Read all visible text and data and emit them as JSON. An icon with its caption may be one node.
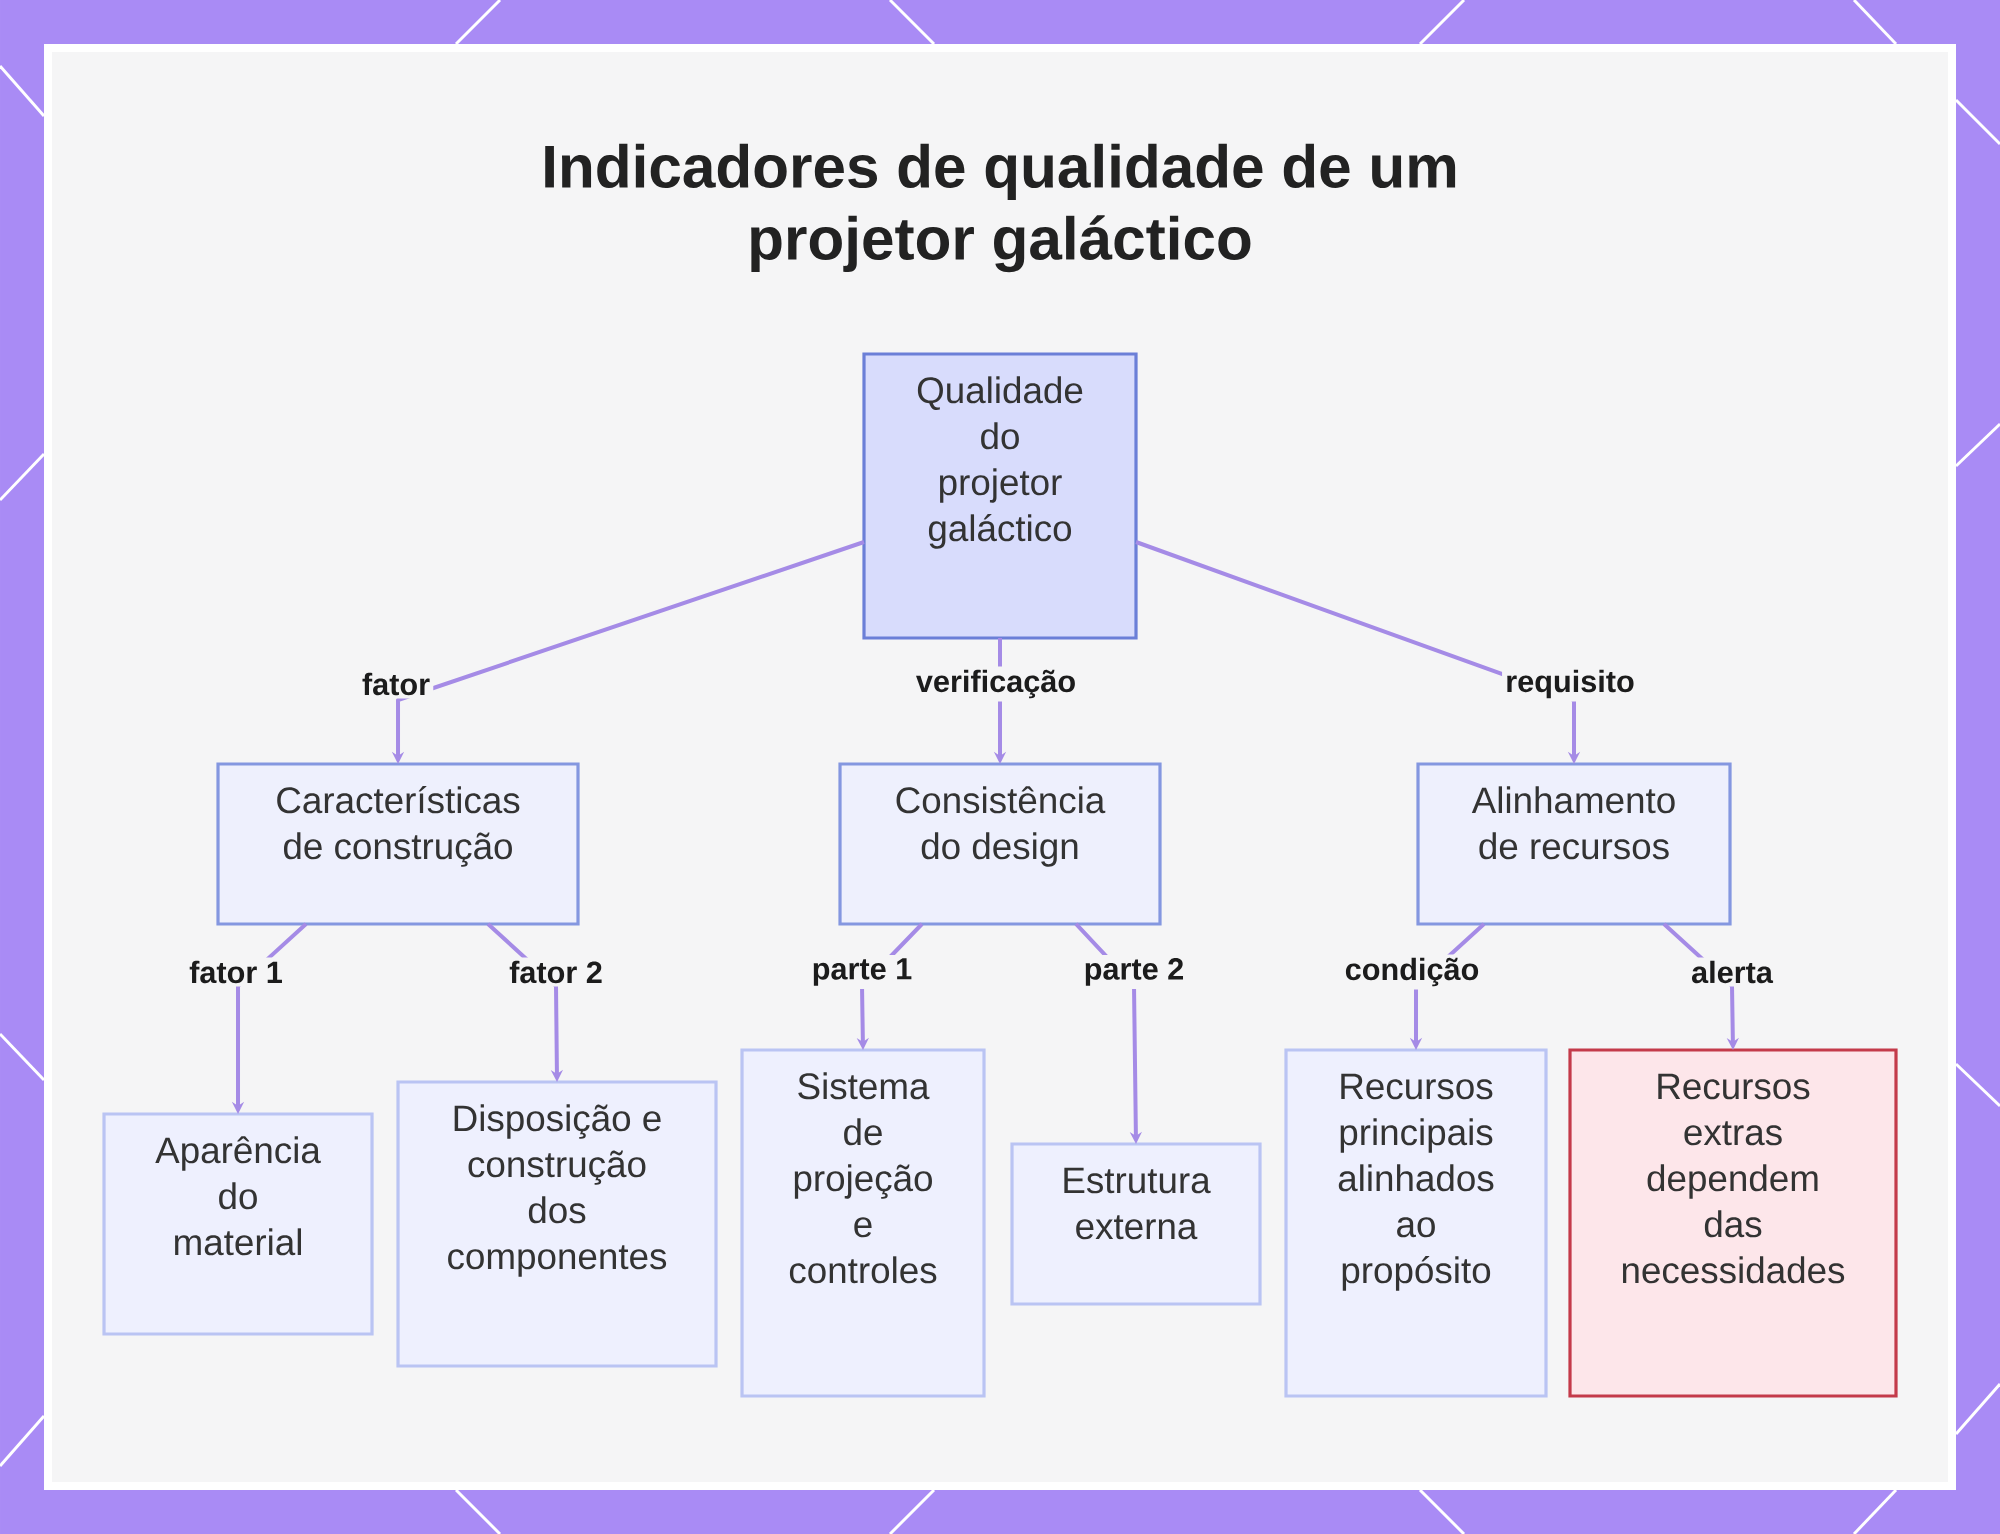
{
  "diagram": {
    "title": "Indicadores de qualidade de um projetor galáctico",
    "nodes": [
      {
        "text": [
          "Qualidade do projetor galáctico"
        ]
      },
      {
        "text": [
          "Características de construção"
        ]
      },
      {
        "text": [
          "Consistência do design"
        ]
      },
      {
        "text": [
          "Alinhamento de recursos"
        ]
      },
      {
        "text": [
          "Aparência do material"
        ]
      },
      {
        "text": [
          "Disposição e construção dos componentes"
        ]
      },
      {
        "text": [
          "Sistema de projeção e controles"
        ]
      },
      {
        "text": [
          "Estrutura externa"
        ]
      },
      {
        "text": [
          "Recursos principais alinhados ao propósito"
        ]
      },
      {
        "text": [
          "Recursos extras dependem das necessidades"
        ]
      }
    ],
    "edges": [
      {
        "from": 0,
        "to": 1,
        "arrow": "to",
        "label": "fator"
      },
      {
        "from": 0,
        "to": 2,
        "arrow": "to",
        "label": "verificação"
      },
      {
        "from": 0,
        "to": 3,
        "arrow": "to",
        "label": "requisito"
      },
      {
        "from": 1,
        "to": 4,
        "arrow": "to",
        "label": "fator 1"
      },
      {
        "from": 1,
        "to": 5,
        "arrow": "to",
        "label": "fator 2"
      },
      {
        "from": 2,
        "to": 6,
        "arrow": "to",
        "label": "parte 1"
      },
      {
        "from": 2,
        "to": 7,
        "arrow": "to",
        "label": "parte 2"
      },
      {
        "from": 3,
        "to": 8,
        "arrow": "to",
        "label": "condição"
      },
      {
        "from": 3,
        "to": 9,
        "arrow": "to",
        "label": "alerta"
      }
    ]
  }
}
